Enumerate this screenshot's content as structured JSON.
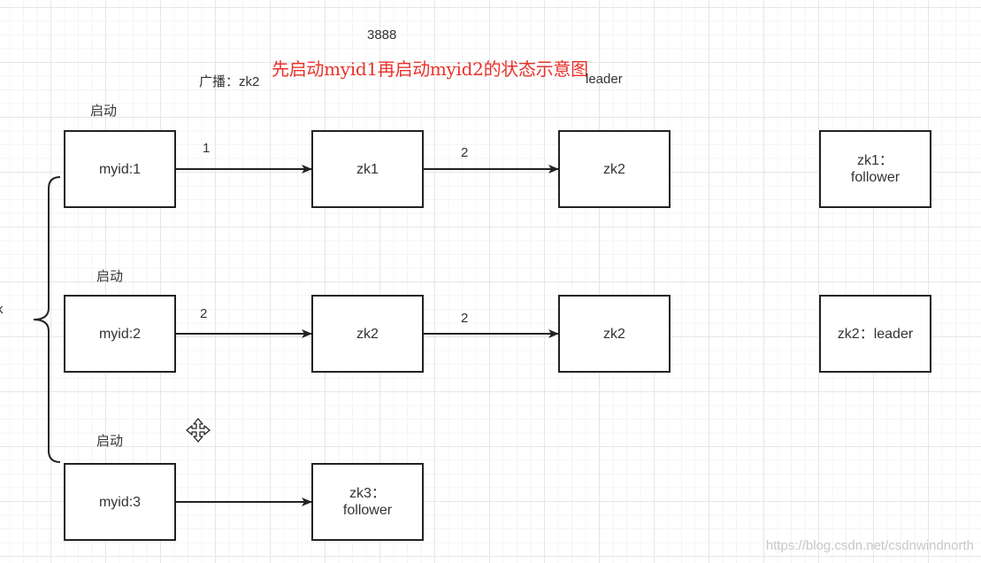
{
  "diagram": {
    "title": "先启动myid1再启动myid2的状态示意图",
    "top_label_port": "3888",
    "broadcast_label": "广播：zk2",
    "leader_label": "leader",
    "left_partial_text": "k",
    "rows": [
      {
        "start_label": "启动",
        "source": "myid:1",
        "edge1_label": "1",
        "middle": "zk1",
        "edge2_label": "2",
        "target": "zk2",
        "state": "zk1：\nfollower"
      },
      {
        "start_label": "启动",
        "source": "myid:2",
        "edge1_label": "2",
        "middle": "zk2",
        "edge2_label": "2",
        "target": "zk2",
        "state": "zk2：leader"
      },
      {
        "start_label": "启动",
        "source": "myid:3",
        "middle": "zk3：\nfollower"
      }
    ]
  },
  "watermark": "https://blog.csdn.net/csdnwindnorth",
  "colors": {
    "title": "#e8322c",
    "stroke": "#222222",
    "grid": "#e6e6e6"
  },
  "icons": [
    "move-cursor-icon"
  ]
}
